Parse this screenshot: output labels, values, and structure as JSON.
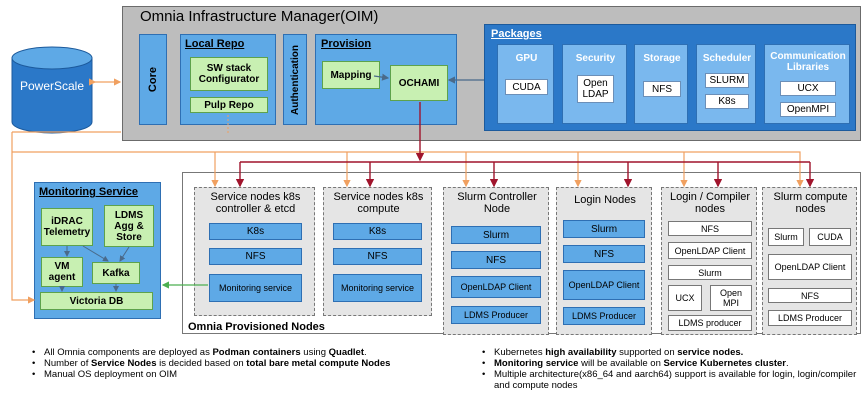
{
  "oim": {
    "title": "Omnia Infrastructure Manager(OIM)",
    "core": "Core",
    "local_repo": {
      "title": "Local Repo",
      "sw_stack": "SW stack Configurator",
      "pulp": "Pulp Repo"
    },
    "authentication": "Authentication",
    "provision": {
      "title": "Provision",
      "mapping": "Mapping",
      "ochami": "OCHAMI"
    },
    "packages": {
      "title": "Packages",
      "columns": [
        {
          "title": "GPU",
          "items": [
            "CUDA"
          ]
        },
        {
          "title": "Security",
          "items": [
            "Open LDAP"
          ]
        },
        {
          "title": "Storage",
          "items": [
            "NFS"
          ]
        },
        {
          "title": "Scheduler",
          "items": [
            "SLURM",
            "K8s"
          ]
        },
        {
          "title": "Communication Libraries",
          "items": [
            "UCX",
            "OpenMPI"
          ]
        }
      ]
    }
  },
  "powerscale": "PowerScale",
  "monitoring": {
    "title": "Monitoring Service",
    "idrac": "iDRAC Telemetry",
    "ldms": "LDMS Agg & Store",
    "vm": "VM agent",
    "kafka": "Kafka",
    "victoria": "Victoria DB"
  },
  "provisioned": {
    "label": "Omnia Provisioned Nodes",
    "columns": [
      {
        "title": "Service nodes k8s controller & etcd",
        "items": [
          "K8s",
          "NFS",
          "Monitoring service"
        ]
      },
      {
        "title": "Service nodes k8s compute",
        "items": [
          "K8s",
          "NFS",
          "Monitoring service"
        ]
      },
      {
        "title": "Slurm Controller Node",
        "items": [
          "Slurm",
          "NFS",
          "OpenLDAP Client",
          "LDMS Producer"
        ]
      },
      {
        "title": "Login Nodes",
        "items": [
          "Slurm",
          "NFS",
          "OpenLDAP Client",
          "LDMS Producer"
        ]
      },
      {
        "title": "Login / Compiler nodes",
        "items": [
          "NFS",
          "OpenLDAP Client",
          "Slurm",
          "UCX",
          "Open MPI",
          "LDMS producer"
        ]
      },
      {
        "title": "Slurm compute nodes",
        "items": [
          "Slurm",
          "CUDA",
          "OpenLDAP Client",
          "NFS",
          "LDMS Producer"
        ]
      }
    ]
  },
  "notes_left": [
    [
      "All Omnia components are deployed as ",
      "Podman containers",
      " using ",
      "Quadlet",
      "."
    ],
    [
      "Number of ",
      "Service Nodes",
      " is decided based on ",
      "total bare metal compute Nodes",
      ""
    ],
    [
      "Manual OS deployment on OIM",
      "",
      "",
      "",
      ""
    ]
  ],
  "notes_right": [
    [
      "Kubernetes ",
      "high availability",
      " supported on ",
      "service nodes.",
      ""
    ],
    [
      "",
      "Monitoring service",
      " will be available on ",
      "Service Kubernetes cluster",
      "."
    ],
    [
      "Multiple architecture(x86_64 and aarch64) support is available for login, login/compiler and compute nodes",
      "",
      "",
      "",
      ""
    ]
  ],
  "colors": {
    "arrow_orange": "#f0a060",
    "arrow_red": "#a0142c",
    "arrow_green": "#4caf50",
    "arrow_gray": "#4a6a8a"
  }
}
